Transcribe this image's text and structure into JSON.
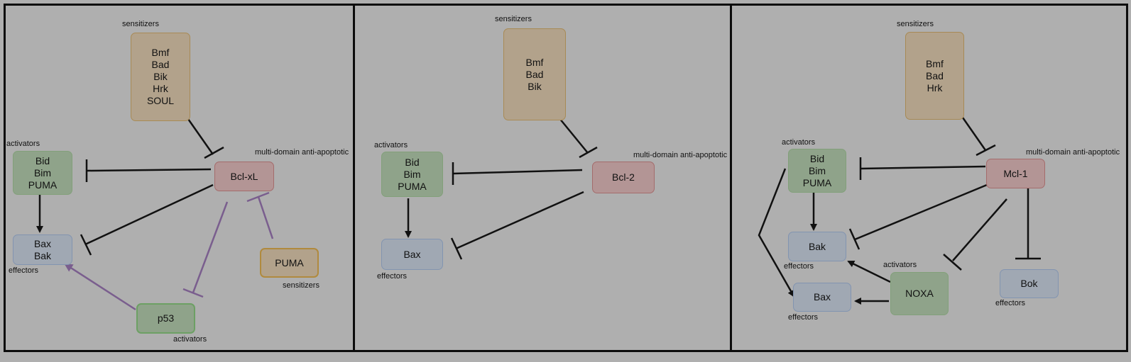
{
  "labels": {
    "sensitizers": "sensitizers",
    "activators": "activators",
    "effectors": "effectors",
    "multi_domain": "multi-domain anti-apoptotic"
  },
  "panel1": {
    "sensitizer_box": [
      "Bmf",
      "Bad",
      "Bik",
      "Hrk",
      "SOUL"
    ],
    "activator_box": [
      "Bid",
      "Bim",
      "PUMA"
    ],
    "anti_apoptotic": "Bcl-xL",
    "effector_box": [
      "Bax",
      "Bak"
    ],
    "puma": "PUMA",
    "p53": "p53"
  },
  "panel2": {
    "sensitizer_box": [
      "Bmf",
      "Bad",
      "Bik"
    ],
    "activator_box": [
      "Bid",
      "Bim",
      "PUMA"
    ],
    "anti_apoptotic": "Bcl-2",
    "effector": "Bax"
  },
  "panel3": {
    "sensitizer_box": [
      "Bmf",
      "Bad",
      "Hrk"
    ],
    "activator_box": [
      "Bid",
      "Bim",
      "PUMA"
    ],
    "anti_apoptotic": "Mcl-1",
    "bak": "Bak",
    "bax": "Bax",
    "noxa": "NOXA",
    "bok": "Bok"
  },
  "colors": {
    "background": "#afafaf",
    "border": "#0c0c0c",
    "inhibition_black": "#111111",
    "inhibition_purple": "#7a5e8e"
  }
}
